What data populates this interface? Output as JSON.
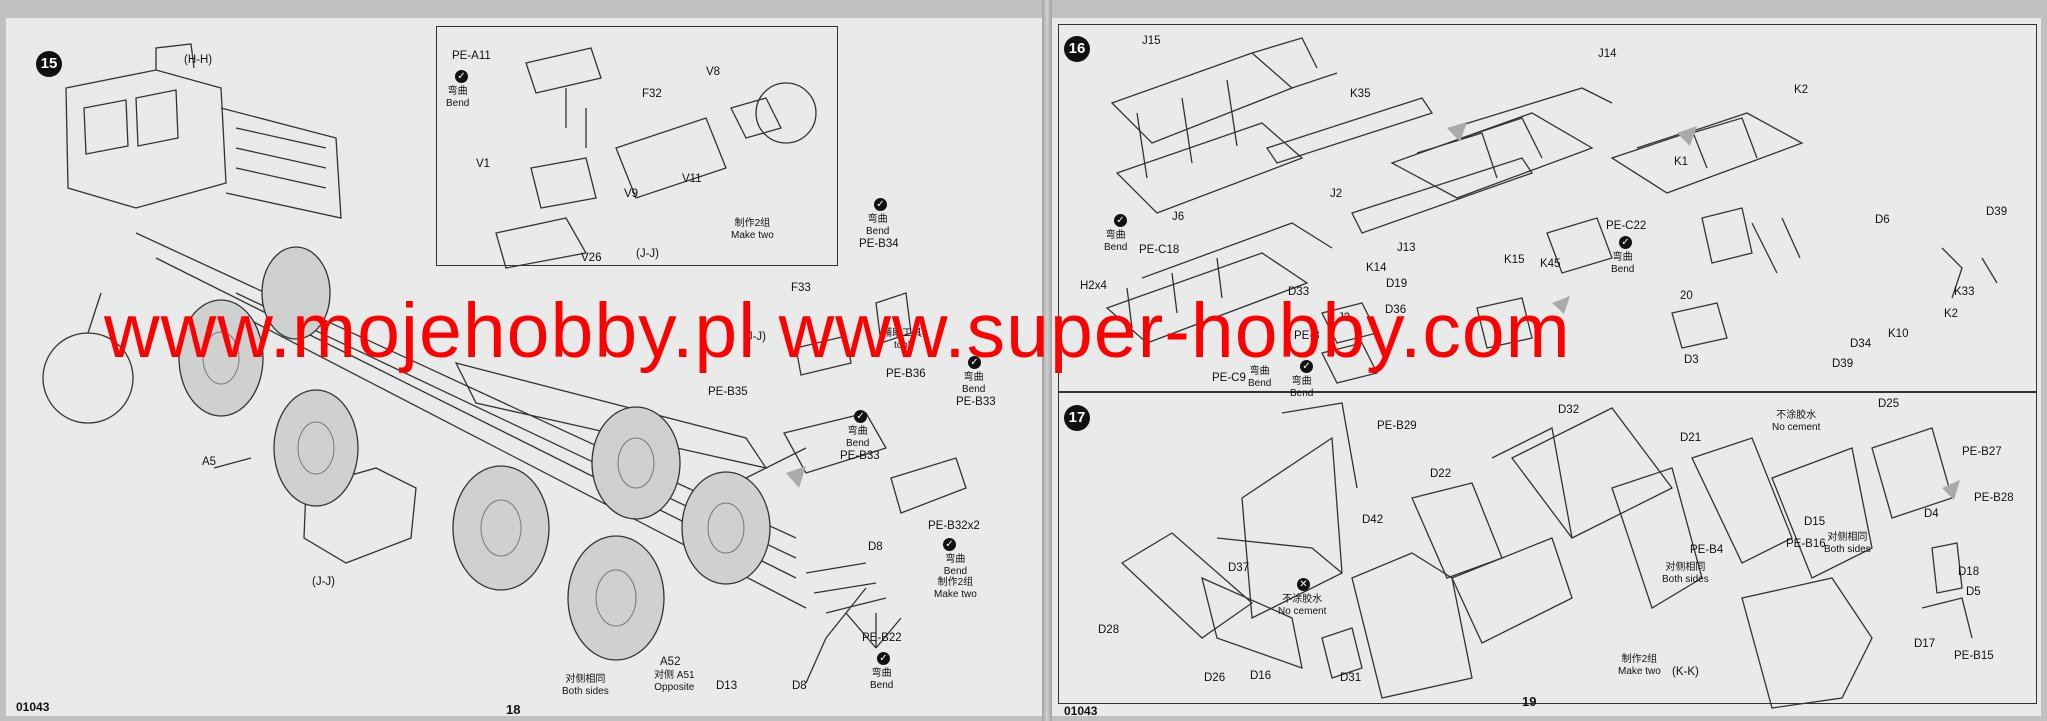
{
  "catalog_code": "01043",
  "left_page": {
    "page_number": "18",
    "step": "15",
    "labels": {
      "hh": "(H-H)",
      "jj_top": "(J-J)",
      "jj_mid": "(J-J)",
      "jj_bottom": "(J-J)",
      "pe_a11": "PE-A11",
      "v1": "V1",
      "v26": "V26",
      "f32": "F32",
      "v8": "V8",
      "v9": "V9",
      "v11": "V11",
      "pe_b34": "PE-B34",
      "f33": "F33",
      "pe_b36": "PE-B36",
      "pe_b35": "PE-B35",
      "pe_b33_right": "PE-B33",
      "pe_b33_left": "PE-B33",
      "pe_b32x2": "PE-B32x2",
      "a5": "A5",
      "d8_top": "D8",
      "d8_bottom": "D8",
      "pe_b22": "PE-B22",
      "a52": "A52",
      "d13": "D13"
    },
    "notes": {
      "bend_zh": "弯曲",
      "bend_en": "Bend",
      "make_two_zh": "制作2组",
      "make_two_en": "Make two",
      "tool_zh": "辅助工具",
      "tool_en": "tool",
      "both_sides_zh": "对侧相同",
      "both_sides_en": "Both sides",
      "opposite_zh": "对侧 A51",
      "opposite_en": "Opposite"
    }
  },
  "right_page": {
    "page_number": "19",
    "step_16": "16",
    "step_17": "17",
    "labels_16": {
      "j15": "J15",
      "k35": "K35",
      "j6": "J6",
      "j2": "J2",
      "h2x4": "H2x4",
      "pe_c18": "PE-C18",
      "k14": "K14",
      "d19": "D19",
      "d33": "D33",
      "d36": "D36",
      "j3": "J3",
      "pe_8": "PE-8",
      "pe_c9": "PE-C9",
      "j14": "J14",
      "j13": "J13",
      "k15": "K15",
      "k45": "K45",
      "k1": "K1",
      "pe_c22": "PE-C22",
      "d20": "20",
      "d3": "D3",
      "k2": "K2",
      "d6": "D6",
      "d39_top": "D39",
      "d39_bottom": "D39",
      "k33": "K33",
      "k2b": "K2",
      "d34": "D34",
      "k10": "K10"
    },
    "labels_17": {
      "pe_b29": "PE-B29",
      "d32": "D32",
      "d22": "D22",
      "d42": "D42",
      "d21": "D21",
      "d25": "D25",
      "pe_b27": "PE-B27",
      "pe_b28": "PE-B28",
      "d37": "D37",
      "d28": "D28",
      "d26": "D26",
      "d16": "D16",
      "d31": "D31",
      "d15": "D15",
      "pe_b4": "PE-B4",
      "pe_b16": "PE-B16",
      "d4": "D4",
      "d18": "D18",
      "d5": "D5",
      "d17": "D17",
      "pe_b15": "PE-B15",
      "kk": "(K-K)"
    },
    "notes": {
      "bend_zh": "弯曲",
      "bend_en": "Bend",
      "no_cement_zh": "不涂胶水",
      "no_cement_en": "No cement",
      "both_sides_zh": "对侧相同",
      "both_sides_en": "Both sides",
      "make_two_zh": "制作2组",
      "make_two_en": "Make two"
    }
  },
  "watermark": "www.mojehobby.pl www.super-hobby.com",
  "colors": {
    "paper": "#e9ebea",
    "ink": "#111111",
    "watermark": "#ff0000",
    "background": "#bfc1c1"
  }
}
